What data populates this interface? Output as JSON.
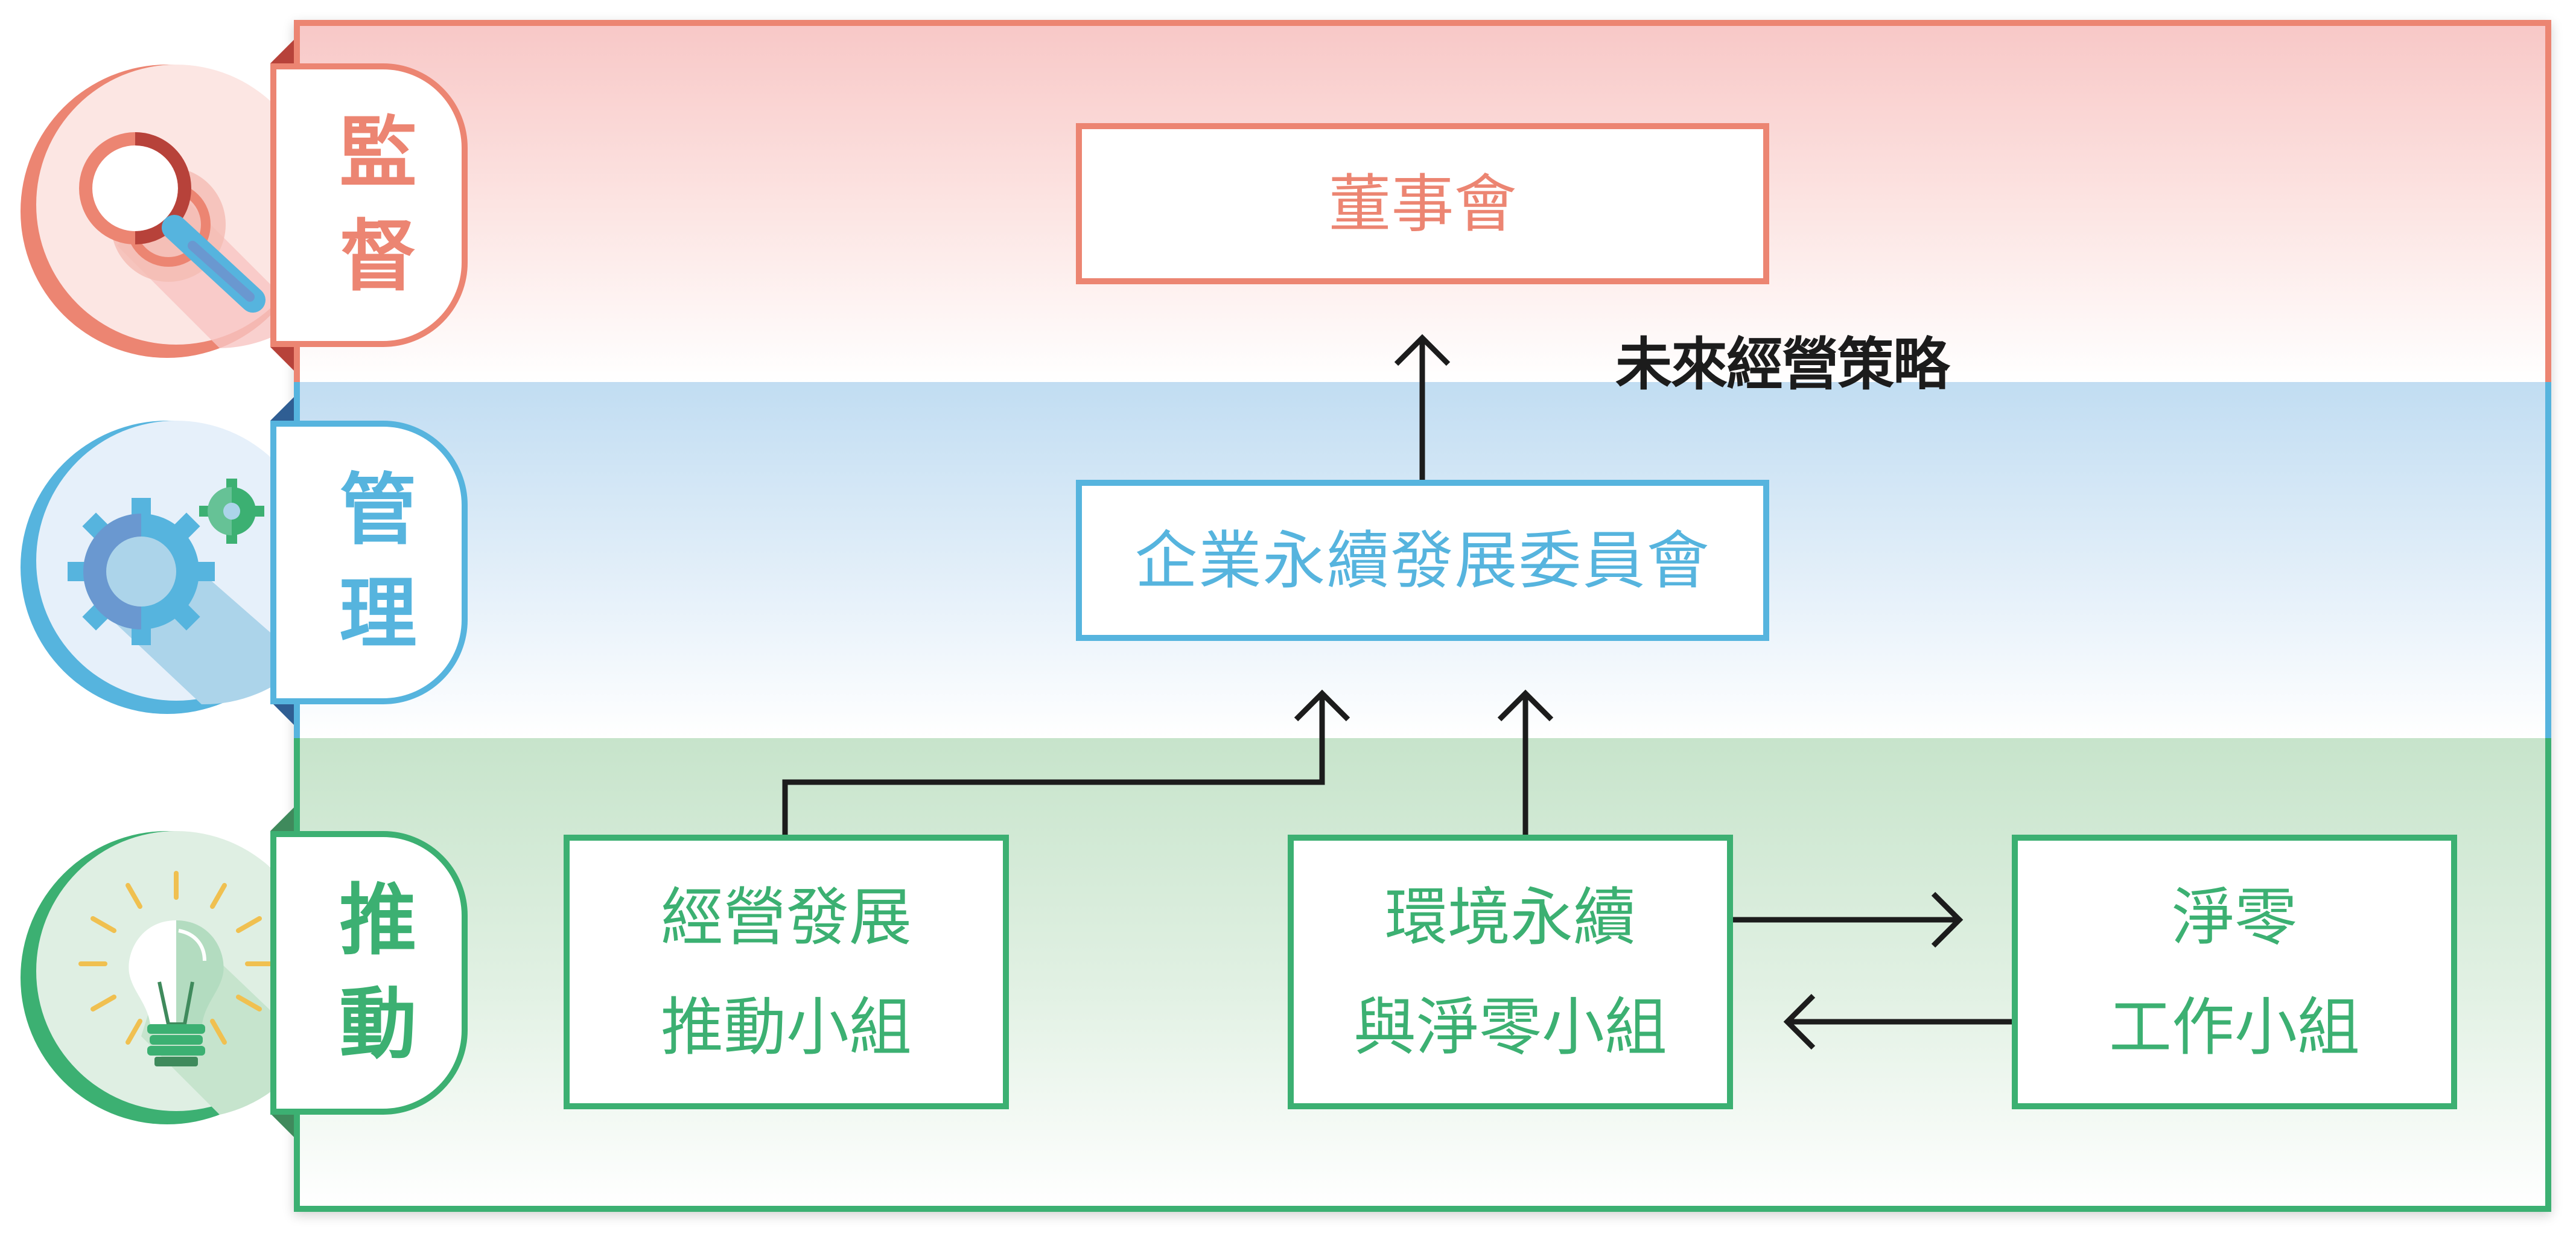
{
  "colors": {
    "oversight": "#ec8572",
    "management": "#56b4de",
    "promotion": "#3cb072",
    "arrow": "#1c1c1c"
  },
  "tiers": [
    {
      "key": "oversight",
      "label": [
        "監",
        "督"
      ],
      "icon": "magnifier-gear-icon"
    },
    {
      "key": "management",
      "label": [
        "管",
        "理"
      ],
      "icon": "gears-icon"
    },
    {
      "key": "promotion",
      "label": [
        "推",
        "動"
      ],
      "icon": "lightbulb-icon"
    }
  ],
  "nodes": {
    "board": {
      "label": "董事會"
    },
    "committee": {
      "label": "企業永續發展委員會"
    },
    "business_dev": {
      "lines": [
        "經營發展",
        "推動小組"
      ]
    },
    "env_sustain": {
      "lines": [
        "環境永續",
        "與淨零小組"
      ]
    },
    "net_zero": {
      "lines": [
        "淨零",
        "工作小組"
      ]
    }
  },
  "edges": [
    {
      "from": "committee",
      "to": "board",
      "label": "未來經營策略"
    },
    {
      "from": "business_dev",
      "to": "committee"
    },
    {
      "from": "env_sustain",
      "to": "committee"
    },
    {
      "from": "env_sustain",
      "to": "net_zero"
    },
    {
      "from": "net_zero",
      "to": "env_sustain"
    }
  ]
}
